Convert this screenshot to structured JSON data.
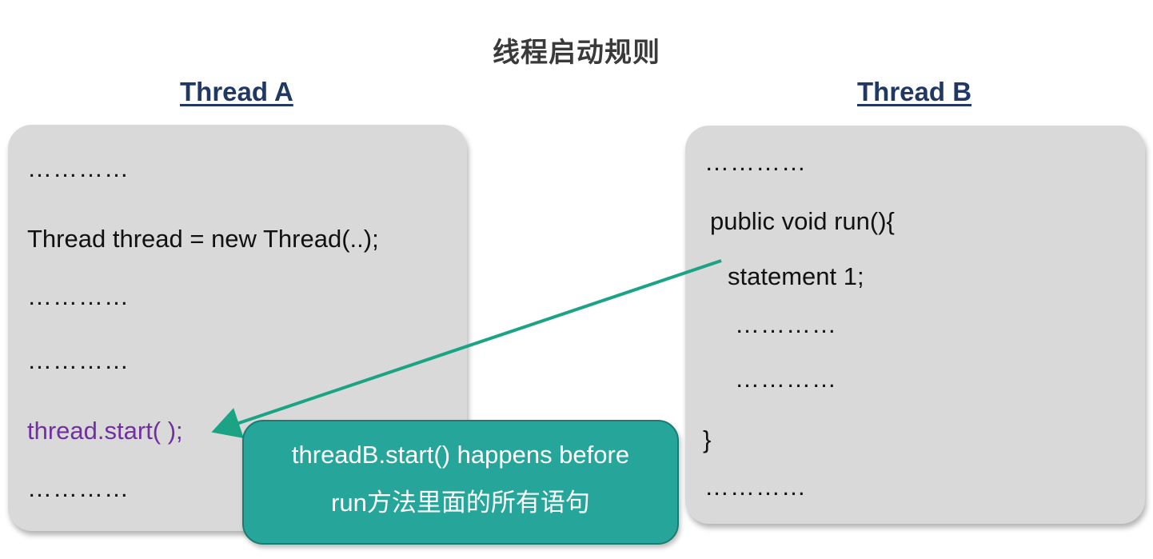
{
  "title": "线程启动规则",
  "thread_a": {
    "heading": "Thread A",
    "lines": [
      "…………",
      "Thread thread = new Thread(..);",
      "…………",
      "…………",
      "thread.start( );",
      "…………"
    ]
  },
  "thread_b": {
    "heading": "Thread B",
    "lines": [
      "…………",
      "public void run(){",
      "statement 1;",
      "…………",
      "…………",
      "}",
      "…………"
    ]
  },
  "callout": {
    "line1": "threadB.start() happens before",
    "line2": "run方法里面的所有语句"
  },
  "colors": {
    "heading": "#1f3864",
    "panel": "#d9d9d9",
    "highlight_text": "#7030a0",
    "arrow": "#1ba386",
    "callout_bg": "#26a69a"
  }
}
